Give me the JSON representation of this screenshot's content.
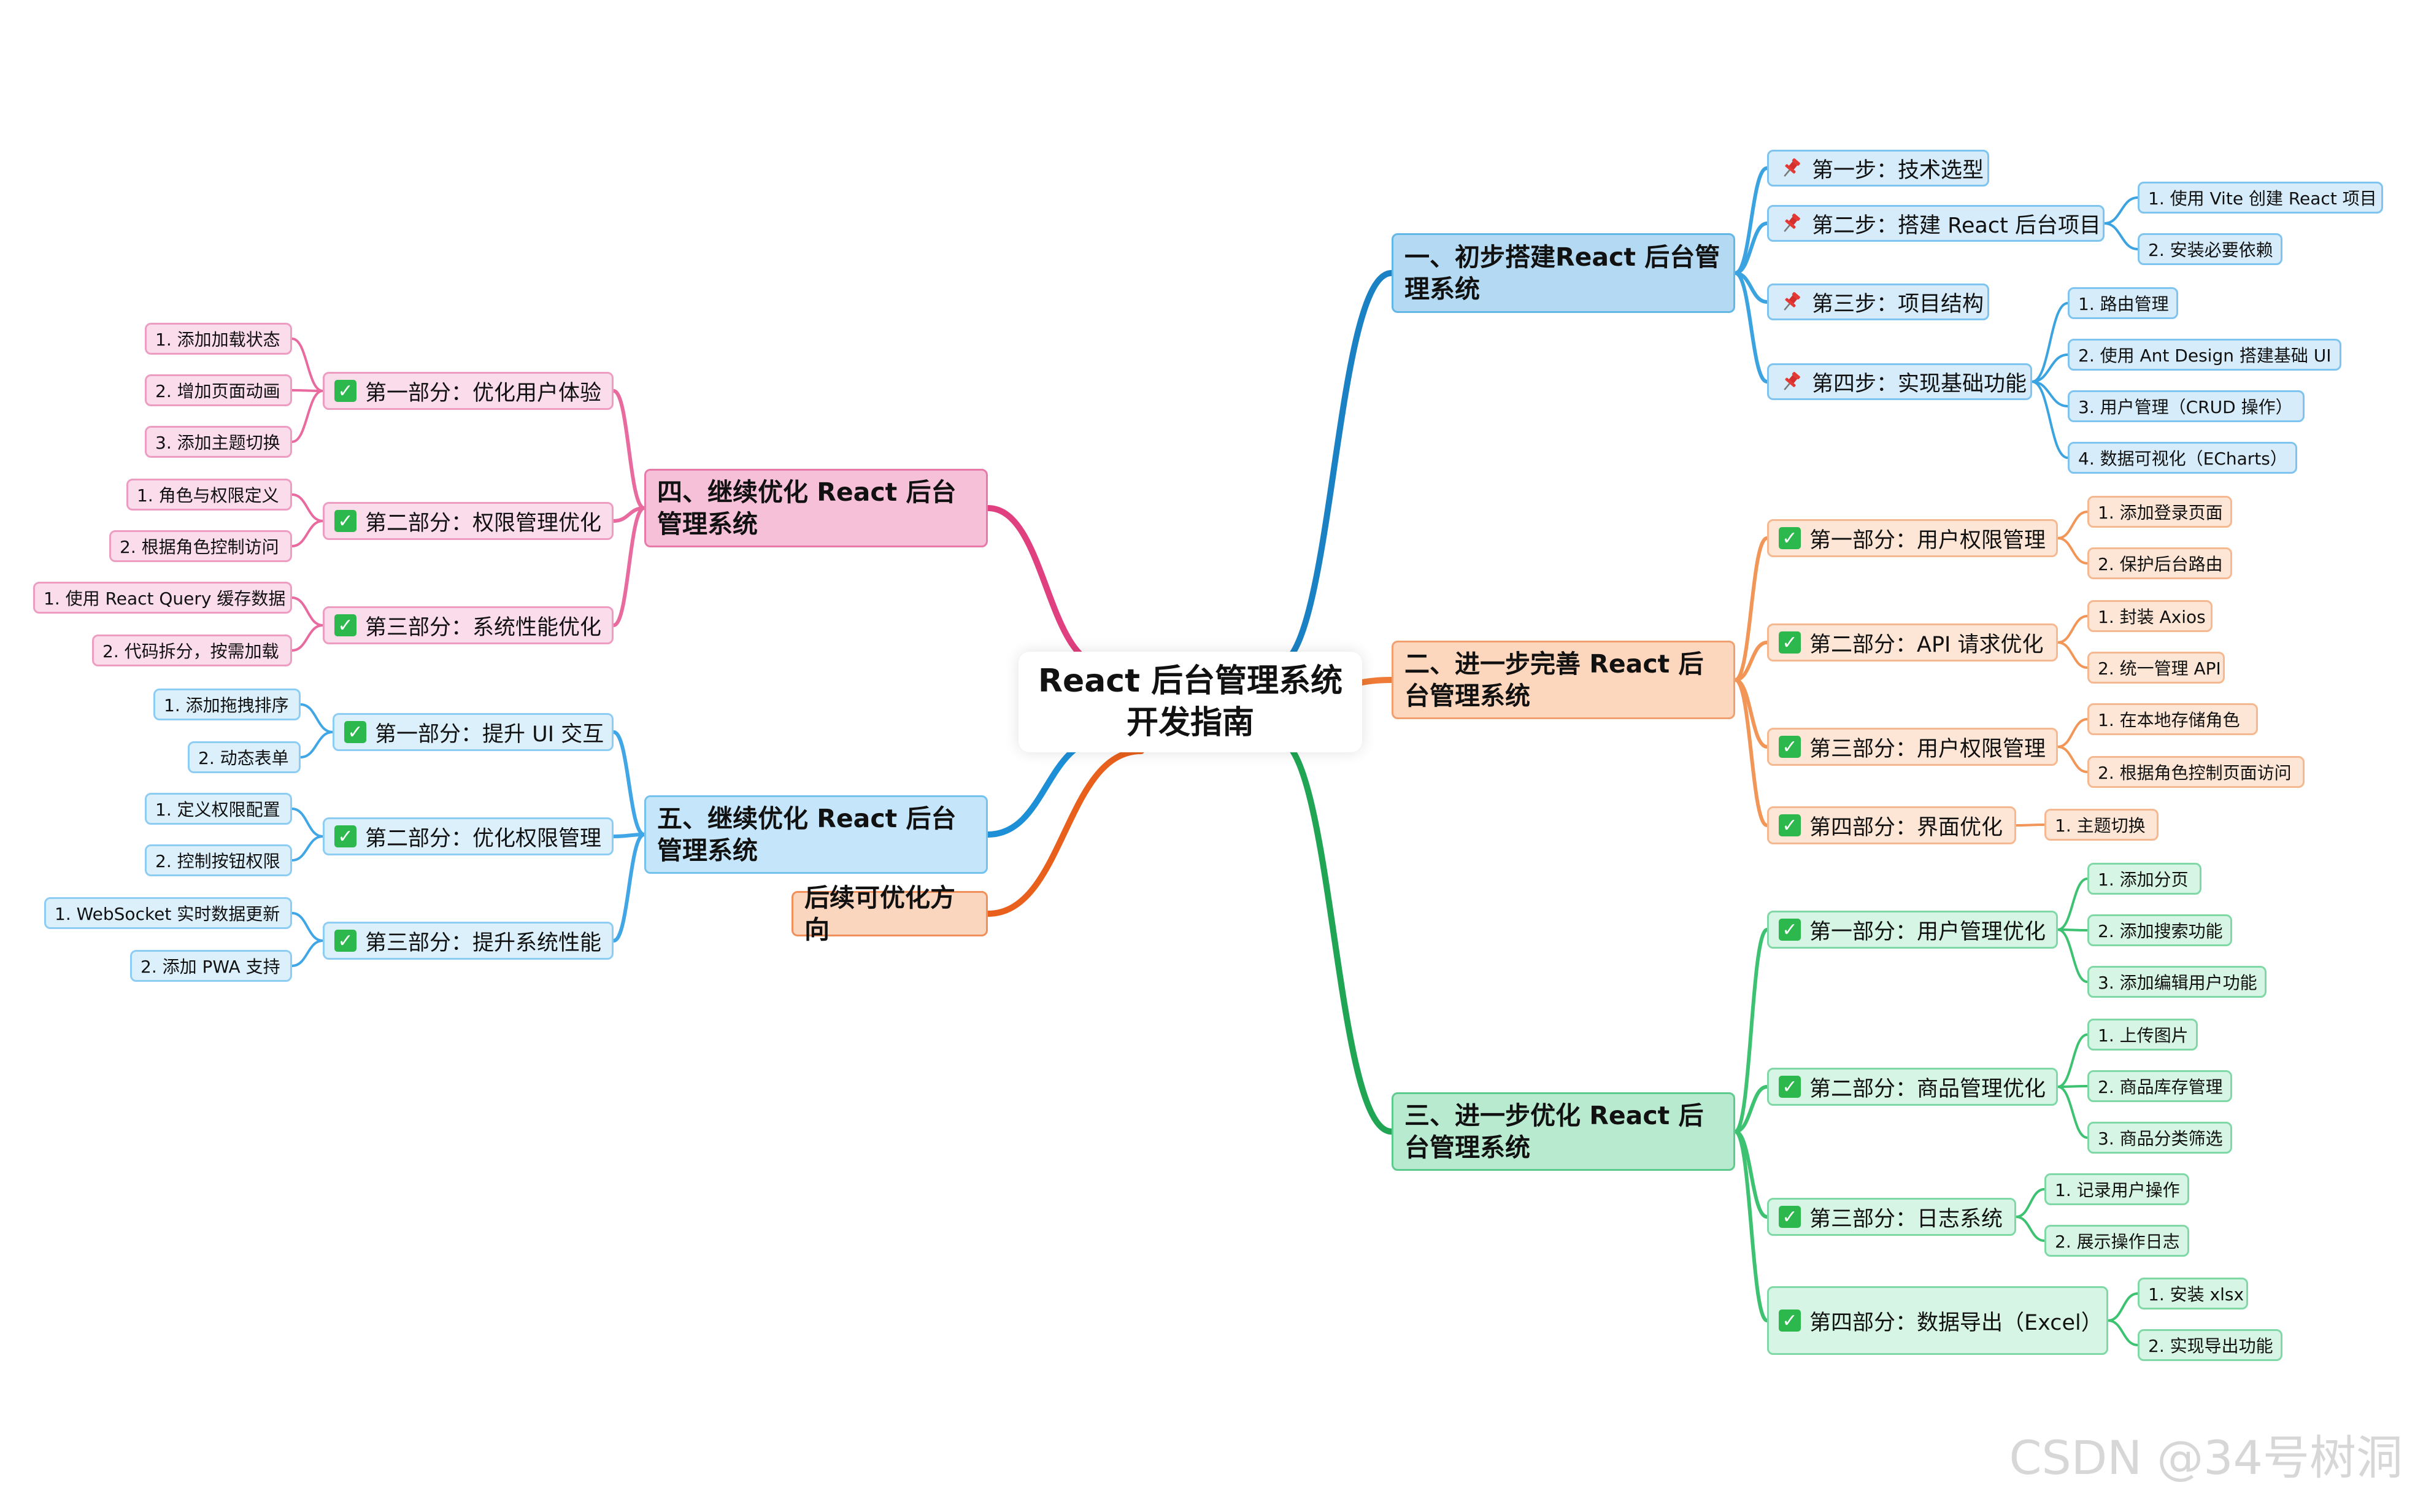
{
  "root": "React 后台管理系统开发指南",
  "branches": {
    "b1": {
      "title": "一、初步搭建React 后台管理系统",
      "color": "#1a82c4",
      "steps": [
        {
          "label": "第一步：技术选型",
          "icon": "pin-icon"
        },
        {
          "label": "第二步：搭建 React 后台项目",
          "icon": "pin-icon",
          "items": [
            "1. 使用 Vite 创建 React 项目",
            "2. 安装必要依赖"
          ]
        },
        {
          "label": "第三步：项目结构",
          "icon": "pin-icon"
        },
        {
          "label": "第四步：实现基础功能",
          "icon": "pin-icon",
          "items": [
            "1. 路由管理",
            "2. 使用 Ant Design 搭建基础 UI",
            "3. 用户管理（CRUD 操作）",
            "4. 数据可视化（ECharts）"
          ]
        }
      ]
    },
    "b2": {
      "title": "二、进一步完善 React 后台管理系统",
      "color": "#ee7a36",
      "parts": [
        {
          "label": "第一部分：用户权限管理",
          "items": [
            "1. 添加登录页面",
            "2. 保护后台路由"
          ]
        },
        {
          "label": "第二部分：API 请求优化",
          "items": [
            "1. 封装 Axios",
            "2. 统一管理 API"
          ]
        },
        {
          "label": "第三部分：用户权限管理",
          "items": [
            "1. 在本地存储角色",
            "2. 根据角色控制页面访问"
          ]
        },
        {
          "label": "第四部分：界面优化",
          "items": [
            "1. 主题切换"
          ]
        }
      ]
    },
    "b3": {
      "title": "三、进一步优化 React 后台管理系统",
      "color": "#1fa553",
      "parts": [
        {
          "label": "第一部分：用户管理优化",
          "items": [
            "1. 添加分页",
            "2. 添加搜索功能",
            "3. 添加编辑用户功能"
          ]
        },
        {
          "label": "第二部分：商品管理优化",
          "items": [
            "1. 上传图片",
            "2. 商品库存管理",
            "3. 商品分类筛选"
          ]
        },
        {
          "label": "第三部分：日志系统",
          "items": [
            "1. 记录用户操作",
            "2. 展示操作日志"
          ]
        },
        {
          "label": "第四部分：数据导出（Excel）",
          "items": [
            "1. 安装 xlsx",
            "2. 实现导出功能"
          ]
        }
      ]
    },
    "b4": {
      "title": "四、继续优化 React 后台管理系统",
      "color": "#e0407f",
      "parts": [
        {
          "label": "第一部分：优化用户体验",
          "items": [
            "1. 添加加载状态",
            "2. 增加页面动画",
            "3. 添加主题切换"
          ]
        },
        {
          "label": "第二部分：权限管理优化",
          "items": [
            "1. 角色与权限定义",
            "2. 根据角色控制访问"
          ]
        },
        {
          "label": "第三部分：系统性能优化",
          "items": [
            "1. 使用 React Query 缓存数据",
            "2. 代码拆分，按需加载"
          ]
        }
      ]
    },
    "b5": {
      "title": "五、继续优化 React 后台管理系统",
      "color": "#1d8fd6",
      "parts": [
        {
          "label": "第一部分：提升 UI 交互",
          "items": [
            "1. 添加拖拽排序",
            "2. 动态表单"
          ]
        },
        {
          "label": "第二部分：优化权限管理",
          "items": [
            "1. 定义权限配置",
            "2. 控制按钮权限"
          ]
        },
        {
          "label": "第三部分：提升系统性能",
          "items": [
            "1. WebSocket 实时数据更新",
            "2. 添加 PWA 支持"
          ]
        }
      ]
    },
    "b6": {
      "title": "后续可优化方向",
      "color": "#e8601c"
    }
  },
  "check_icon": "✓",
  "watermark": "CSDN @34号树洞"
}
